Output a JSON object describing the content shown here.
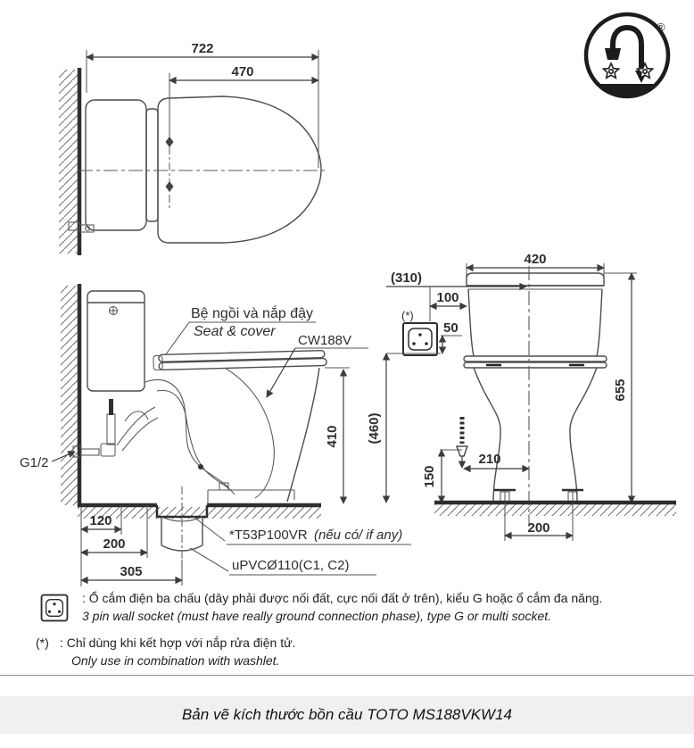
{
  "page": {
    "caption": "Bản vẽ kích thước bồn cầu TOTO MS188VKW14"
  },
  "logo": {
    "registered_mark": "®"
  },
  "top_view": {
    "overall_depth": "722",
    "lid_length": "470"
  },
  "side_view": {
    "seat_label_vi": "Bệ ngồi và nắp đậy",
    "seat_label_en": "Seat & cover",
    "model_code": "CW188V",
    "water_inlet": "G1/2",
    "rim_height": "410",
    "dim_120": "120",
    "dim_200": "200",
    "dim_305": "305",
    "flange_code": "*T53P100VR",
    "flange_note": "(nếu có/ if any)",
    "drain_pipe": "uPVCØ110(C1, C2)"
  },
  "front_view": {
    "dim_310": "(310)",
    "dim_100": "100",
    "dim_50": "50",
    "socket_mark": "(*)",
    "tank_width": "420",
    "total_height": "655",
    "dim_460": "(460)",
    "dim_150": "150",
    "dim_210": "210",
    "bolt_spacing": "200"
  },
  "notes": {
    "note1_vi": ": Ổ cắm điện ba chấu (dây phải được nối đất, cực nối đất ở trên), kiểu G hoặc ổ cắm đa năng.",
    "note1_en": "3 pin wall socket (must have really ground connection phase), type G or multi socket.",
    "note2_marker": "(*)",
    "note2_vi": ": Chỉ dùng khi kết hợp với nắp rửa điện tử.",
    "note2_en": "Only use in combination with washlet."
  }
}
